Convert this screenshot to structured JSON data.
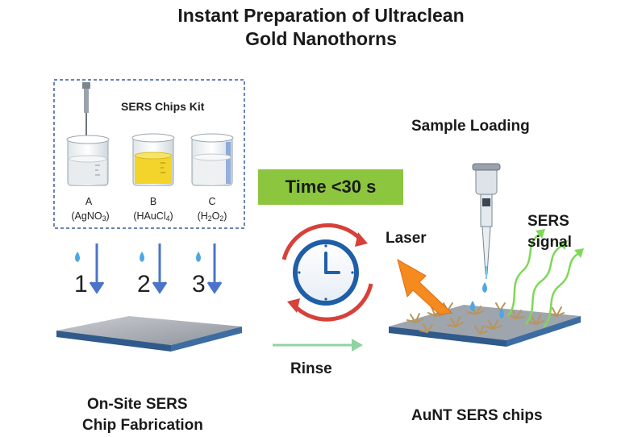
{
  "title_line1": "Instant Preparation of Ultraclean",
  "title_line2": "Gold Nanothorns",
  "kit_label": "SERS Chips Kit",
  "reagents": [
    {
      "letter": "A",
      "formula_open": "(AgNO",
      "formula_sub": "3",
      "formula_close": ")",
      "liquid_color": "#e9ecef"
    },
    {
      "letter": "B",
      "formula_open": "(HAuCl",
      "formula_sub": "4",
      "formula_close": ")",
      "liquid_color": "#f2d42a"
    },
    {
      "letter": "C",
      "formula_open": "(H",
      "formula_sub": "2",
      "formula_mid": "O",
      "formula_sub2": "2",
      "formula_close": ")",
      "liquid_color": "#eef0f2"
    }
  ],
  "steps": [
    "1",
    "2",
    "3"
  ],
  "time_badge": "Time <30 s",
  "rinse_label": "Rinse",
  "fabrication_line1": "On-Site SERS",
  "fabrication_line2": "Chip Fabrication",
  "sample_loading_label": "Sample Loading",
  "laser_label": "Laser",
  "sers_signal_line1": "SERS",
  "sers_signal_line2": "signal",
  "chips_label": "AuNT SERS chips",
  "colors": {
    "green_badge": "#8cc63f",
    "arrow_blue": "#4a74c9",
    "rinse_green": "#8fd4a0",
    "laser_orange": "#f58a1f",
    "clock_blue": "#1f5fa8",
    "cycle_red": "#d6413a",
    "signal_green": "#7ed957"
  }
}
